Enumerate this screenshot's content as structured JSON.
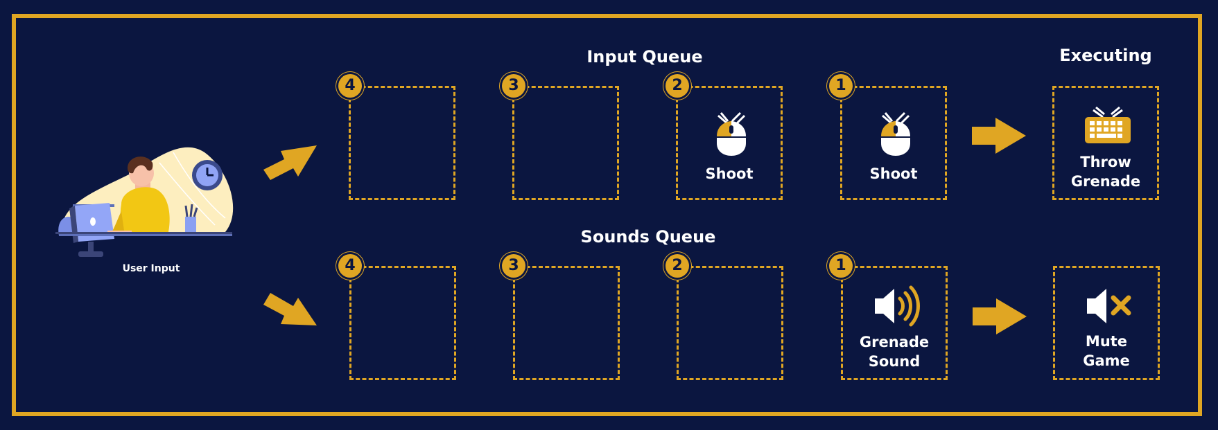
{
  "titles": {
    "input_queue": "Input Queue",
    "sounds_queue": "Sounds Queue",
    "executing": "Executing"
  },
  "user": {
    "label": "User Input"
  },
  "input_queue": {
    "slots": [
      {
        "number": "4",
        "label": ""
      },
      {
        "number": "3",
        "label": ""
      },
      {
        "number": "2",
        "label": "Shoot",
        "icon": "mouse-icon"
      },
      {
        "number": "1",
        "label": "Shoot",
        "icon": "mouse-icon"
      }
    ],
    "executing": {
      "line1": "Throw",
      "line2": "Grenade",
      "icon": "keyboard-icon"
    }
  },
  "sounds_queue": {
    "slots": [
      {
        "number": "4",
        "label": ""
      },
      {
        "number": "3",
        "label": ""
      },
      {
        "number": "2",
        "label": ""
      },
      {
        "number": "1",
        "line1": "Grenade",
        "line2": "Sound",
        "icon": "speaker-sound-icon"
      }
    ],
    "executing": {
      "line1": "Mute",
      "line2": "Game",
      "icon": "speaker-muted-icon"
    }
  },
  "colors": {
    "background": "#0b1640",
    "accent": "#e0a623",
    "text": "#ffffff"
  }
}
